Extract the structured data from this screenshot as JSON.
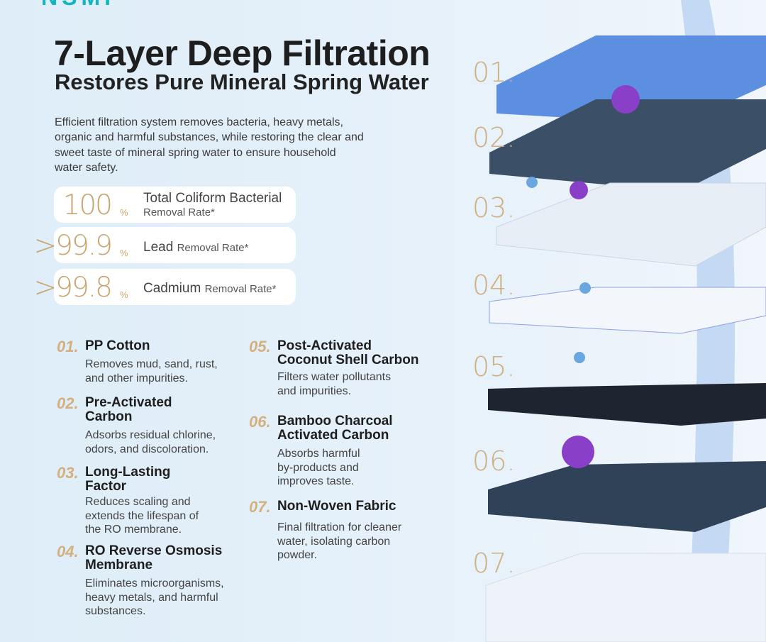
{
  "brand": "NSMI",
  "title": "7-Layer Deep Filtration",
  "subtitle": "Restores Pure Mineral Spring Water",
  "intro": "Efficient filtration system removes bacteria, heavy metals, organic and harmful substances, while restoring the clear and sweet taste of mineral spring water to ensure household water safety.",
  "stats": [
    {
      "value": "100",
      "unit": "%",
      "label": "Total Coliform Bacterial",
      "sub": "Removal Rate*"
    },
    {
      "value": ">99.9",
      "unit": "%",
      "label": "Lead",
      "sub": "Removal Rate*"
    },
    {
      "value": ">99.8",
      "unit": "%",
      "label": "Cadmium",
      "sub": "Removal Rate*"
    }
  ],
  "layers": [
    {
      "no": "01.",
      "title": "PP Cotton",
      "desc": "Removes mud, sand, rust, and other impurities."
    },
    {
      "no": "02.",
      "title": "Pre-Activated Carbon",
      "desc": "Adsorbs residual chlorine, odors, and discoloration."
    },
    {
      "no": "03.",
      "title": "Long-Lasting Factor",
      "desc": "Reduces scaling and extends the lifespan of the RO membrane."
    },
    {
      "no": "04.",
      "title": "RO Reverse Osmosis Membrane",
      "desc": "Eliminates microorganisms, heavy metals, and harmful substances."
    },
    {
      "no": "05.",
      "title": "Post-Activated Coconut Shell Carbon",
      "desc": "Filters water pollutants and impurities."
    },
    {
      "no": "06.",
      "title": "Bamboo Charcoal Activated Carbon",
      "desc": "Absorbs harmful by-products and improves taste."
    },
    {
      "no": "07.",
      "title": "Non-Woven Fabric",
      "desc": "Final filtration for cleaner water, isolating carbon powder."
    }
  ],
  "layer_labels": [
    "01.",
    "02.",
    "03.",
    "04.",
    "05.",
    "06.",
    "07."
  ],
  "colors": {
    "gold": "#c9a46f",
    "brand": "#12b6c0"
  }
}
